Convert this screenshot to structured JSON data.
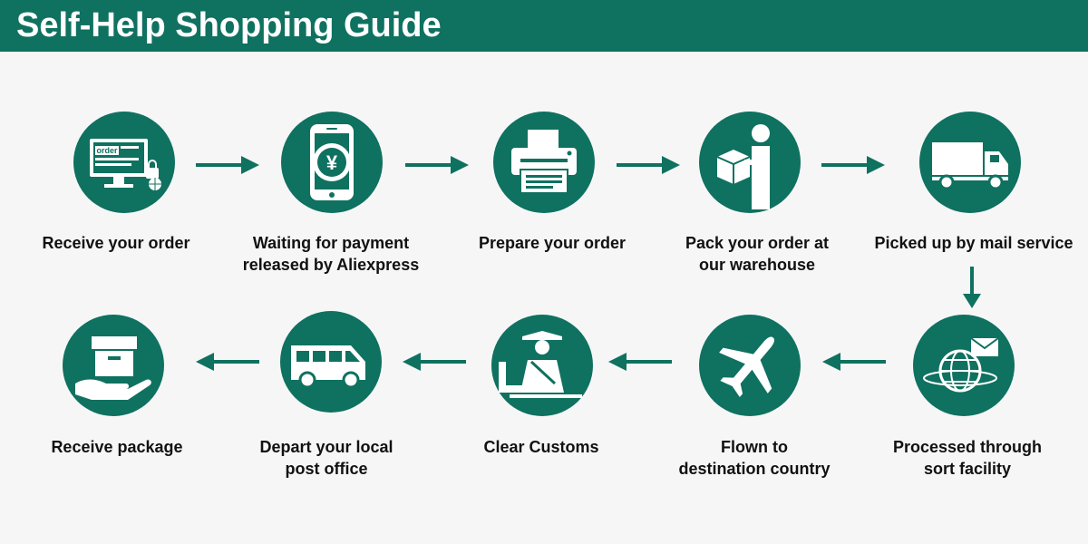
{
  "header": {
    "title": "Self-Help Shopping Guide"
  },
  "colors": {
    "brand": "#0f7160",
    "background": "#f6f6f6",
    "text": "#111111"
  },
  "steps": [
    {
      "icon": "order-computer-icon",
      "lines": [
        "Receive your order"
      ]
    },
    {
      "icon": "phone-yen-payment-icon",
      "lines": [
        "Waiting for payment",
        "released by Aliexpress"
      ]
    },
    {
      "icon": "printer-icon",
      "lines": [
        "Prepare your order"
      ]
    },
    {
      "icon": "person-packing-box-icon",
      "lines": [
        "Pack your order at",
        "our warehouse"
      ]
    },
    {
      "icon": "truck-icon",
      "lines": [
        "Picked up by mail service"
      ]
    },
    {
      "icon": "globe-mail-icon",
      "lines": [
        "Processed through",
        "sort facility"
      ]
    },
    {
      "icon": "airplane-icon",
      "lines": [
        "Flown to",
        "destination country"
      ]
    },
    {
      "icon": "customs-officer-icon",
      "lines": [
        "Clear Customs"
      ]
    },
    {
      "icon": "van-icon",
      "lines": [
        "Depart your local",
        "post office"
      ]
    },
    {
      "icon": "hand-package-icon",
      "lines": [
        "Receive package"
      ]
    }
  ],
  "icon_text": {
    "order_screen_word": "order",
    "currency_symbol": "¥"
  }
}
